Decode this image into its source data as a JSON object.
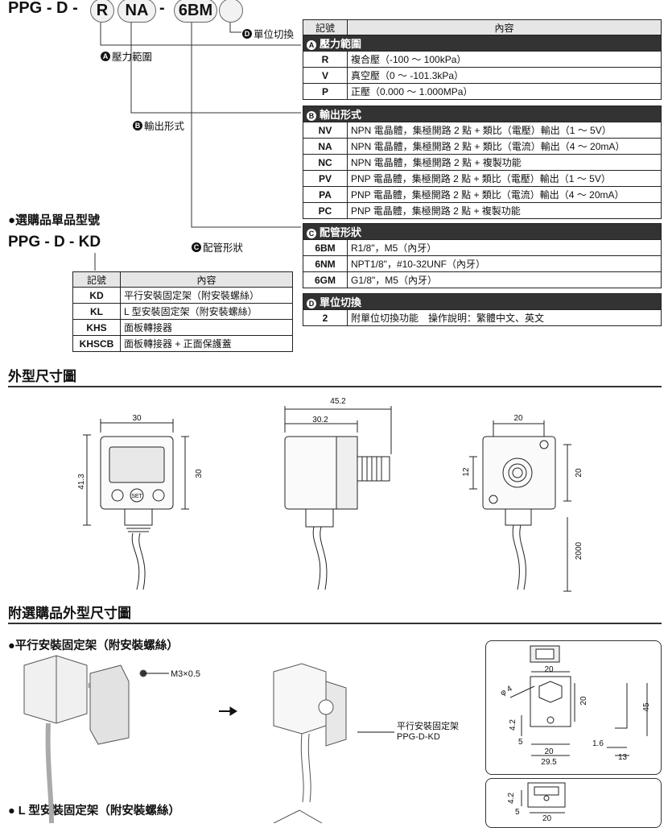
{
  "model": {
    "prefix_ppg": "PPG",
    "dash1": "-",
    "d": "D",
    "dash2": "-",
    "r": "R",
    "na": "NA",
    "dash3": "-",
    "sixbm": "6BM",
    "opt": "",
    "a_badge": "A",
    "a_label": "壓力範圍",
    "b_badge": "B",
    "b_label": "輸出形式",
    "c_badge": "C",
    "c_label": "配管形狀",
    "d_badge": "D",
    "d_label": "單位切換"
  },
  "main_table": {
    "col_code": "記號",
    "col_content": "內容",
    "sections": [
      {
        "badge": "A",
        "title": "壓力範圍",
        "rows": [
          {
            "k": "R",
            "v": "複合壓（-100 ～ 100kPa）"
          },
          {
            "k": "V",
            "v": "真空壓（0 ～ -101.3kPa）"
          },
          {
            "k": "P",
            "v": "正壓（0.000 ～ 1.000MPa）"
          }
        ]
      },
      {
        "badge": "B",
        "title": "輸出形式",
        "rows": [
          {
            "k": "NV",
            "v": "NPN 電晶體，集極開路 2 點 + 類比（電壓）輸出（1 ～ 5V）"
          },
          {
            "k": "NA",
            "v": "NPN 電晶體，集極開路 2 點 + 類比（電流）輸出（4 ～ 20mA）"
          },
          {
            "k": "NC",
            "v": "NPN 電晶體，集極開路 2 點 + 複製功能"
          },
          {
            "k": "PV",
            "v": "PNP 電晶體，集極開路 2 點 + 類比（電壓）輸出（1 ～ 5V）"
          },
          {
            "k": "PA",
            "v": "PNP 電晶體，集極開路 2 點 + 類比（電流）輸出（4 ～ 20mA）"
          },
          {
            "k": "PC",
            "v": "PNP 電晶體，集極開路 2 點 + 複製功能"
          }
        ]
      },
      {
        "badge": "C",
        "title": "配管形狀",
        "rows": [
          {
            "k": "6BM",
            "v": "R1/8\"，M5（內牙）"
          },
          {
            "k": "6NM",
            "v": "NPT1/8\"，#10-32UNF（內牙）"
          },
          {
            "k": "6GM",
            "v": "G1/8\"，M5（內牙）"
          }
        ]
      },
      {
        "badge": "D",
        "title": "單位切換",
        "rows": [
          {
            "k": "2",
            "v": "附單位切換功能　操作說明：繁體中文、英文"
          }
        ]
      }
    ]
  },
  "option": {
    "heading": "●選購品單品型號",
    "code": "PPG - D - KD",
    "col_code": "記號",
    "col_content": "內容",
    "rows": [
      {
        "k": "KD",
        "v": "平行安裝固定架（附安裝螺絲）"
      },
      {
        "k": "KL",
        "v": "L 型安裝固定架（附安裝螺絲）"
      },
      {
        "k": "KHS",
        "v": "面板轉接器"
      },
      {
        "k": "KHSCB",
        "v": "面板轉接器 + 正面保護蓋"
      }
    ]
  },
  "dimension": {
    "title": "外型尺寸圖",
    "front_w": "30",
    "front_h": "41.3",
    "front_h2": "30",
    "set_label": "SET",
    "side_total": "45.2",
    "side_body": "30.2",
    "back_w": "20",
    "back_12": "12",
    "back_20": "20",
    "cable": "2000"
  },
  "options_dim": {
    "title": "附選購品外型尺寸圖",
    "parallel_title": "●平行安裝固定架（附安裝螺絲）",
    "screw": "M3×0.5",
    "bracket_label1": "平行安裝固定架",
    "bracket_label2": "PPG-D-KD",
    "l_title": "● L 型安裝固定架（附安裝螺絲）",
    "p_20top": "20",
    "p_phi4": "φ 4",
    "p_20r": "20",
    "p_45": "45",
    "p_42": "4.2",
    "p_5": "5",
    "p_20b": "20",
    "p_295": "29.5",
    "p_16": "1.6",
    "p_13": "13",
    "l_42": "4.2",
    "l_5": "5",
    "l_20": "20"
  }
}
